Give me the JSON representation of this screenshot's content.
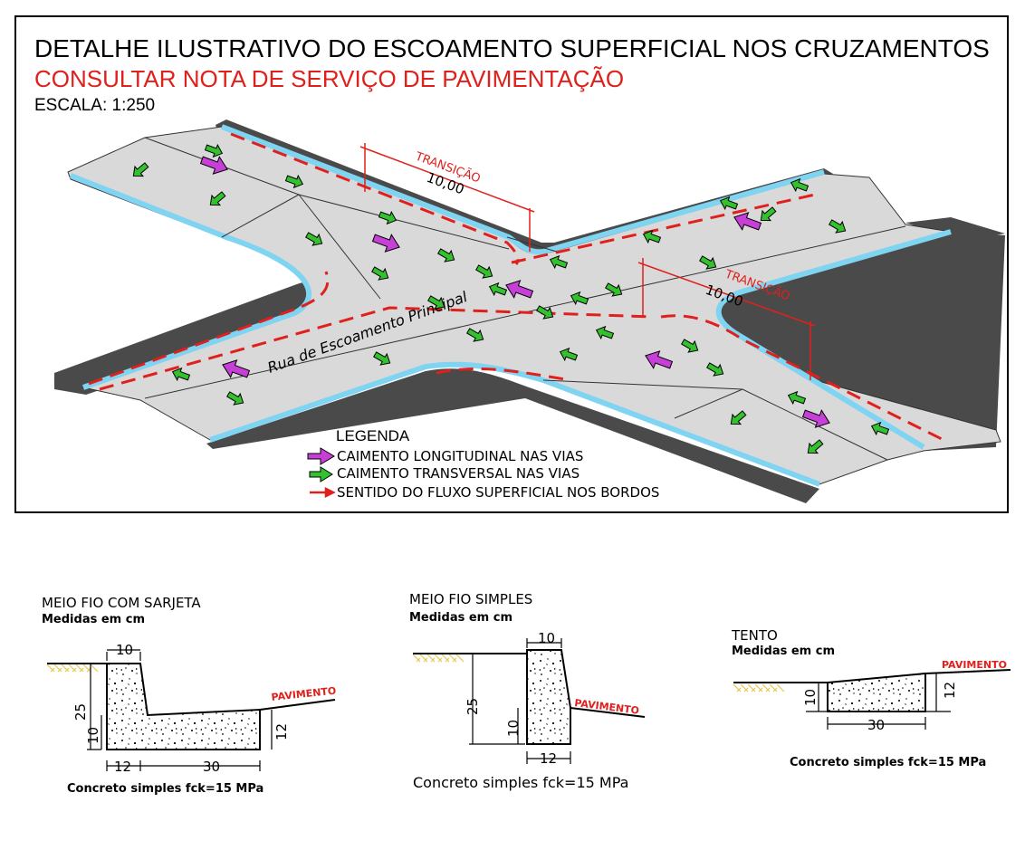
{
  "header": {
    "title": "DETALHE ILUSTRATIVO DO ESCOAMENTO SUPERFICIAL NOS CRUZAMENTOS",
    "subtitle": "CONSULTAR NOTA DE SERVIÇO DE PAVIMENTAÇÃO",
    "scale": "ESCALA: 1:250"
  },
  "plan": {
    "street_label": "Rua de Escoamento Principal",
    "transition_label": "TRANSIÇÃO",
    "transition_length_1": "10,00",
    "transition_length_2": "10,00"
  },
  "legend": {
    "title": "LEGENDA",
    "items": [
      {
        "label": "CAIMENTO LONGITUDINAL NAS VIAS",
        "color": "#c63fd6"
      },
      {
        "label": "CAIMENTO TRANSVERSAL NAS VIAS",
        "color": "#34c12e"
      },
      {
        "label": "SENTIDO DO FLUXO SUPERFICIAL NOS BORDOS",
        "color": "#e0201c"
      }
    ]
  },
  "sections": {
    "sarjeta": {
      "title": "MEIO FIO COM SARJETA",
      "units": "Medidas em cm",
      "dims": {
        "top": "10",
        "height": "25",
        "bottom_h": "10",
        "right_h": "12",
        "base": "12",
        "gutter": "30"
      },
      "pavement": "PAVIMENTO",
      "note": "Concreto simples fck=15 MPa"
    },
    "simples": {
      "title": "MEIO FIO SIMPLES",
      "units": "Medidas em cm",
      "dims": {
        "top": "10",
        "height": "25",
        "bottom_h": "10",
        "base": "12"
      },
      "pavement": "PAVIMENTO",
      "note": "Concreto simples fck=15 MPa"
    },
    "tento": {
      "title": "TENTO",
      "units": "Medidas em cm",
      "dims": {
        "left_h": "10",
        "right_h": "12",
        "base": "30"
      },
      "pavement": "PAVIMENTO",
      "note": "Concreto simples fck=15 MPa"
    }
  },
  "colors": {
    "road": "#d9d9d9",
    "curb": "#4a4a4a",
    "gutter": "#7fd4f2",
    "flow": "#e0201c",
    "long_arrow": "#c63fd6",
    "trans_arrow": "#34c12e",
    "ground": "#e6c84e"
  }
}
